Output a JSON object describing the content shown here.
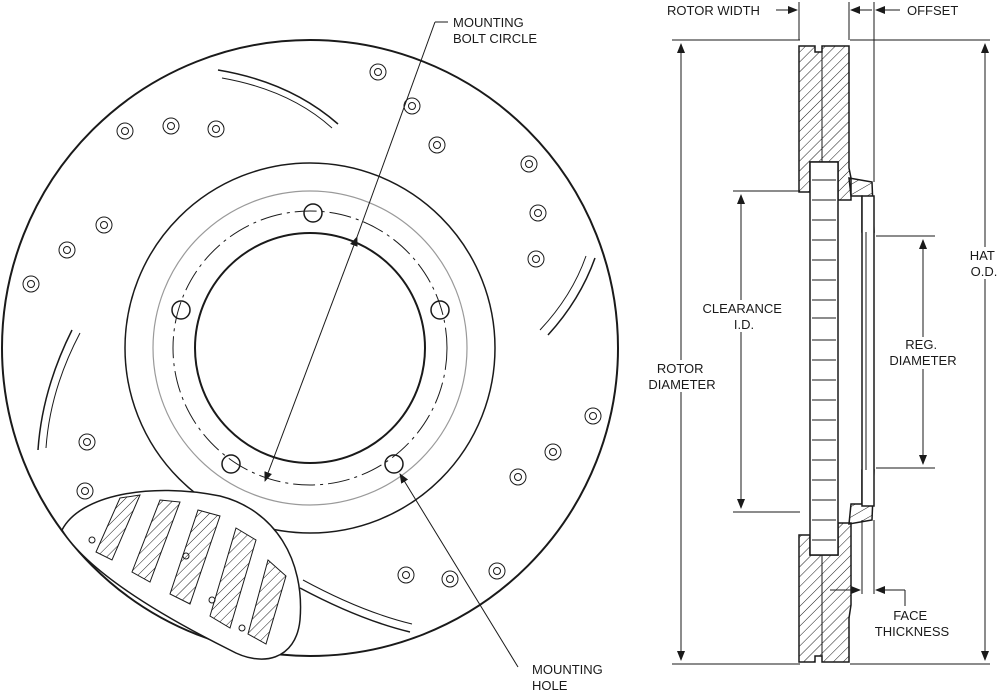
{
  "labels": {
    "mounting_bolt_circle": [
      "MOUNTING",
      "BOLT CIRCLE"
    ],
    "mounting_hole": [
      "MOUNTING",
      "HOLE"
    ],
    "rotor_width": "ROTOR WIDTH",
    "offset": "OFFSET",
    "clearance_id": [
      "CLEARANCE",
      "I.D."
    ],
    "rotor_diameter": [
      "ROTOR",
      "DIAMETER"
    ],
    "reg_diameter": [
      "REG.",
      "DIAMETER"
    ],
    "hat_od": [
      "HAT",
      "O.D."
    ],
    "face_thickness": [
      "FACE",
      "THICKNESS"
    ]
  },
  "colors": {
    "line": "#1a1a1a",
    "hidden": "#9a9a9a",
    "background": "#ffffff"
  }
}
